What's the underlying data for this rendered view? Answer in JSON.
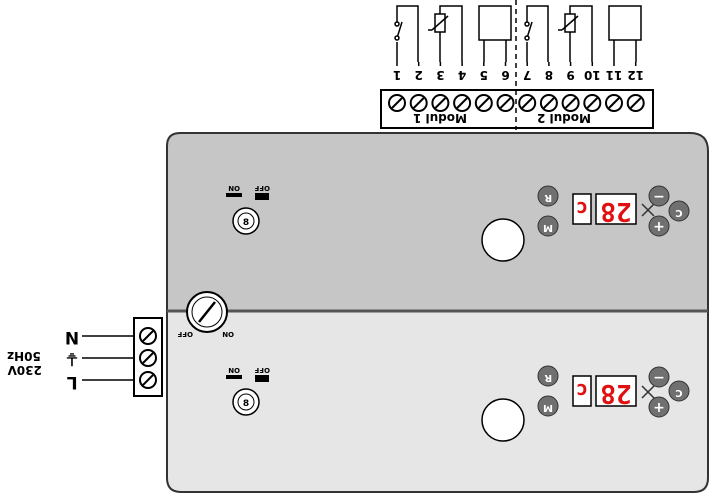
{
  "terminals": {
    "numbers": [
      "1",
      "2",
      "3",
      "4",
      "5",
      "6",
      "7",
      "8",
      "9",
      "10",
      "11",
      "12"
    ],
    "module1_label": "Modul 1",
    "module2_label": "Modul 2"
  },
  "power": {
    "n_label": "N",
    "pe_label": "⏚",
    "l_label": "L",
    "voltage": "230V",
    "frequency": "50Hz"
  },
  "main_switch": {
    "off_label": "OFF",
    "on_label": "ON"
  },
  "module_top": {
    "dip_on": "ON",
    "dip_off": "OFF",
    "display_mode": "c",
    "display_value": "28",
    "btn_r": "R",
    "btn_m": "M",
    "btn_minus": "−",
    "btn_plus": "+",
    "btn_c": "C"
  },
  "module_bottom": {
    "dip_on": "ON",
    "dip_off": "OFF",
    "display_mode": "c",
    "display_value": "28",
    "btn_r": "R",
    "btn_m": "M",
    "btn_minus": "−",
    "btn_plus": "+",
    "btn_c": "C"
  },
  "colors": {
    "panel_top": "#c6c6c6",
    "panel_bottom": "#e6e6e6",
    "display_red": "#e01010",
    "button_gray": "#707070"
  }
}
